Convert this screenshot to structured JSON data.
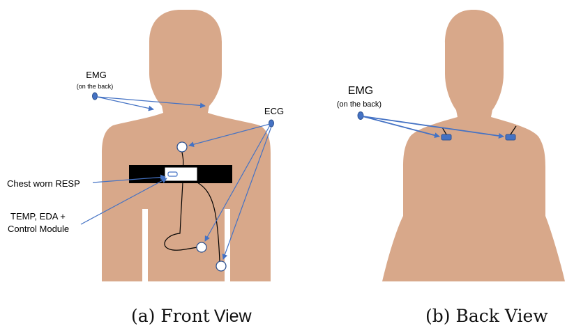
{
  "colors": {
    "skin": "#d8a88a",
    "arrow": "#4472c4",
    "electrode_fill": "#4472c4",
    "electrode_stroke": "#2f528f",
    "strap": "#000000",
    "module": "#ffffff"
  },
  "front_view": {
    "emg_label": "EMG",
    "emg_sublabel": "(on the back)",
    "ecg_label": "ECG",
    "resp_label": "Chest worn RESP",
    "module_label_line1": "TEMP, EDA +",
    "module_label_line2": "Control Module",
    "caption_prefix": "(a) Front",
    "caption_suffix": "View"
  },
  "back_view": {
    "emg_label": "EMG",
    "emg_sublabel": "(on the back)",
    "caption": "(b) Back View"
  }
}
